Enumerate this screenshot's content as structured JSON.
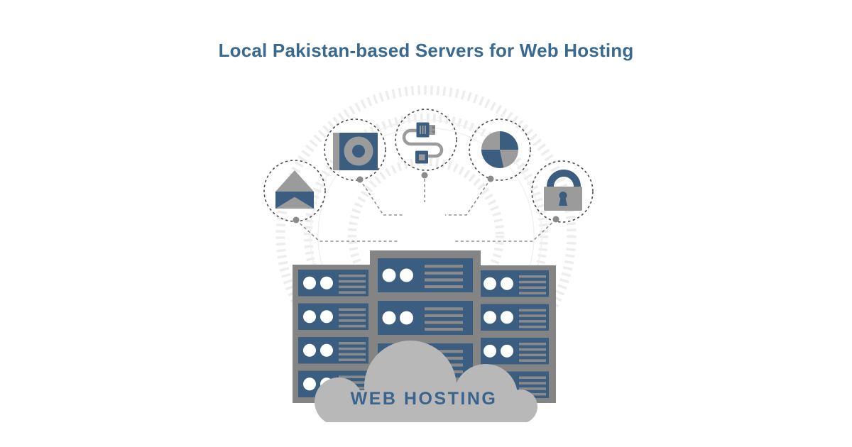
{
  "page": {
    "background": "#ffffff"
  },
  "title": {
    "text": "Local Pakistan-based Servers for Web Hosting",
    "color": "#39698f"
  },
  "illustration": {
    "cloud_label": "WEB HOSTING",
    "icons": [
      "mail-icon",
      "disk-drive-icon",
      "usb-cable-icon",
      "pie-chart-icon",
      "padlock-icon"
    ],
    "server_racks": {
      "count": 3,
      "units_per_rack": 4,
      "lights_per_unit": 2,
      "vents_per_unit": 4
    },
    "colors": {
      "primary_blue": "#3b5e80",
      "icon_gray": "#9b9b9b",
      "rack_frame_gray": "#848484",
      "panel_bar_gray": "#8a8a8a",
      "cloud_gray": "#b8b8b8",
      "cloud_label_blue": "#3a648c",
      "dashed_circle": "#4d4d4d",
      "connector_dot": "#8a8a8a",
      "connector_line": "#8f8f8f",
      "background_ring": "#ededed",
      "title_color": "#39698f"
    }
  }
}
